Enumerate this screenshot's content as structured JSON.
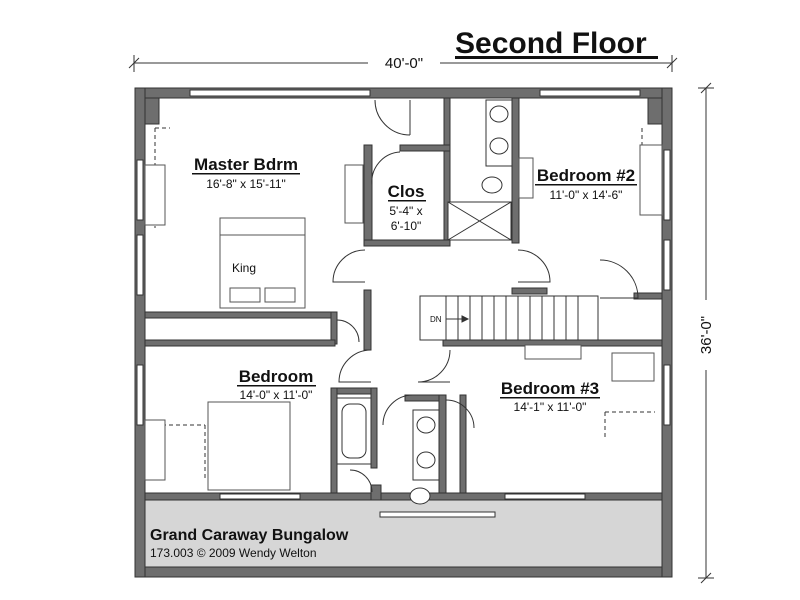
{
  "title": "Second Floor",
  "overall_width": "40'-0\"",
  "overall_depth": "36'-0\"",
  "rooms": {
    "master": {
      "name": "Master Bdrm",
      "size": "16'-8\" x 15'-11\""
    },
    "closet": {
      "name": "Clos",
      "size_line1": "5'-4\" x",
      "size_line2": "6'-10\""
    },
    "bedroom2": {
      "name": "Bedroom #2",
      "size": "11'-0\" x 14'-6\""
    },
    "bedroom": {
      "name": "Bedroom",
      "size": "14'-0\" x 11'-0\""
    },
    "bedroom3": {
      "name": "Bedroom #3",
      "size": "14'-1\" x 11'-0\""
    }
  },
  "bed_label": "King",
  "stair_label": "DN",
  "plan_name": "Grand Caraway Bungalow",
  "plan_caption": "173.003 © 2009 Wendy Welton",
  "colors": {
    "wall": "#6e6e6e",
    "wall_edge": "#333333",
    "porch": "#d6d6d6",
    "line": "#333333"
  }
}
